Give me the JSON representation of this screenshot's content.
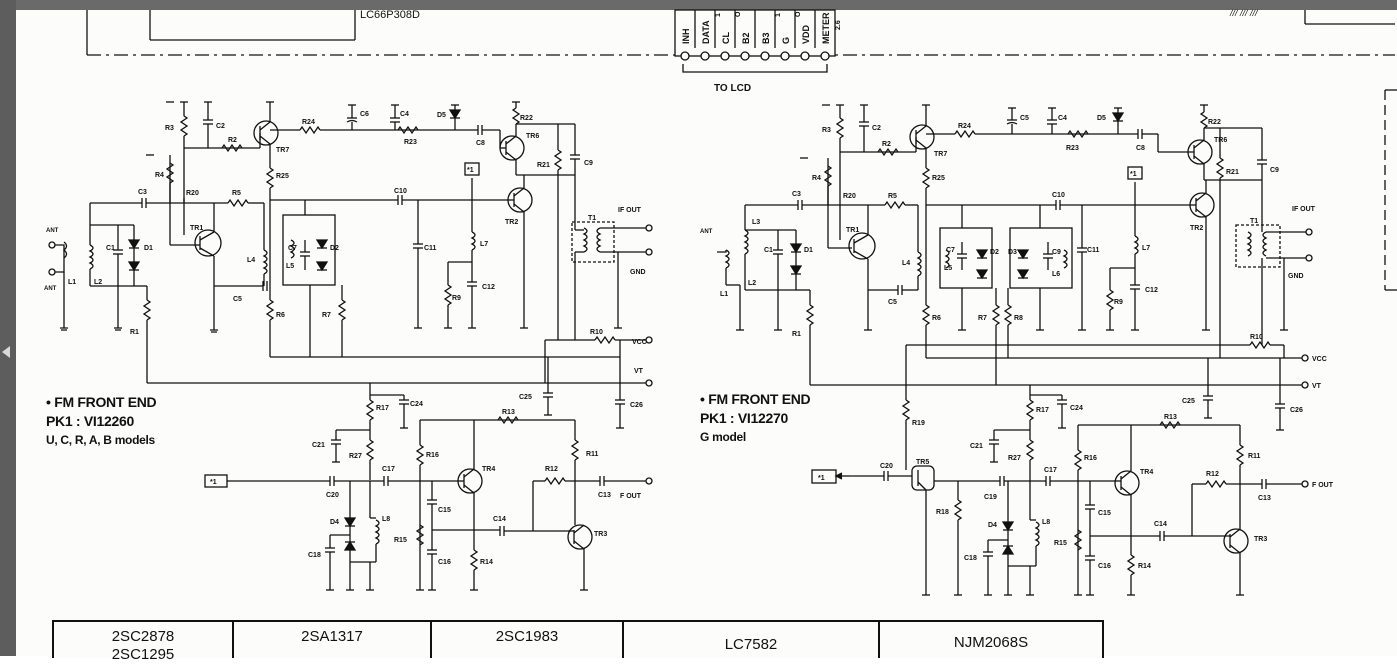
{
  "top": {
    "chip_label": "LC66P308D",
    "lcd_pins": [
      "INH",
      "DATA",
      "CL",
      "B2",
      "B3",
      "G",
      "VDD",
      "METER"
    ],
    "pin_marks": [
      "1",
      "O",
      "1",
      "O",
      "2.6"
    ],
    "to_lcd": "TO  LCD"
  },
  "left_title": {
    "line1": "• FM FRONT END",
    "line2": "PK1 : VI12260",
    "line3": "U, C, R, A, B models"
  },
  "right_title": {
    "line1": "• FM FRONT END",
    "line2": "PK1 : VI12270",
    "line3": "G model"
  },
  "left_labels": {
    "ant": "ANT",
    "l1": "L1",
    "l2": "L2",
    "c1": "C1",
    "d1": "D1",
    "c3": "C3",
    "r1": "R1",
    "r4": "R4",
    "r3": "R3",
    "c2": "C2",
    "r20": "R20",
    "tr1": "TR1",
    "r5": "R5",
    "r2": "R2",
    "tr7": "TR7",
    "r24": "R24",
    "c6": "C6",
    "c4": "C4",
    "r23": "R23",
    "d5": "D5",
    "c8": "C8",
    "r22": "R22",
    "tr6": "TR6",
    "r21": "R21",
    "c9": "C9",
    "r25": "R25",
    "l4": "L4",
    "c5": "C5",
    "r6": "R6",
    "c7": "C7",
    "l5": "L5",
    "d2": "D2",
    "r7": "R7",
    "c10": "C10",
    "c11": "C11",
    "r9": "R9",
    "l7": "L7",
    "c12": "C12",
    "x1": "*1",
    "tr2": "TR2",
    "t1": "T1",
    "if_out": "IF OUT",
    "gnd": "GND",
    "r10": "R10",
    "vcc": "VCC",
    "vt": "VT",
    "c25": "C25",
    "c26": "C26",
    "r17": "R17",
    "c24": "C24",
    "c21": "C21",
    "r27": "R27",
    "c20": "C20",
    "c17": "C17",
    "r16": "R16",
    "tr4": "TR4",
    "r13": "R13",
    "r11": "R11",
    "r12": "R12",
    "c13": "C13",
    "f_out": "F OUT",
    "c15": "C15",
    "c14": "C14",
    "r15": "R15",
    "c16": "C16",
    "r14": "R14",
    "tr3": "TR3",
    "d4": "D4",
    "l8": "L8",
    "c18": "C18"
  },
  "right_labels": {
    "ant": "ANT",
    "l1": "L1",
    "l2": "L2",
    "l3": "L3",
    "c1": "C1",
    "d1": "D1",
    "c3": "C3",
    "r1": "R1",
    "r4": "R4",
    "r3": "R3",
    "c2": "C2",
    "r20": "R20",
    "tr1": "TR1",
    "r5": "R5",
    "r2": "R2",
    "tr7": "TR7",
    "r24": "R24",
    "c5top": "C5",
    "c4": "C4",
    "r23": "R23",
    "d5": "D5",
    "c8": "C8",
    "r22": "R22",
    "tr6": "TR6",
    "r21": "R21",
    "c9": "C9",
    "r25": "R25",
    "l4": "L4",
    "c5": "C5",
    "r6": "R6",
    "c7": "C7",
    "l5": "L5",
    "d2": "D2",
    "d3": "D3",
    "c9b": "C9",
    "l6": "L6",
    "r7": "R7",
    "r8": "R8",
    "c10": "C10",
    "c11": "C11",
    "r9": "R9",
    "l7": "L7",
    "c12": "C12",
    "x1": "*1",
    "tr2": "TR2",
    "t1": "T1",
    "if_out": "IF OUT",
    "gnd": "GND",
    "r10": "R10",
    "vcc": "VCC",
    "vt": "VT",
    "c25": "C25",
    "c26": "C26",
    "r19": "R19",
    "r17": "R17",
    "c24": "C24",
    "c21": "C21",
    "r27": "R27",
    "c20": "C20",
    "tr5": "TR5",
    "r18": "R18",
    "c19": "C19",
    "c17": "C17",
    "r16": "R16",
    "tr4": "TR4",
    "r13": "R13",
    "r11": "R11",
    "r12": "R12",
    "c13": "C13",
    "f_out": "F OUT",
    "c15": "C15",
    "c14": "C14",
    "r15": "R15",
    "c16": "C16",
    "r14": "R14",
    "tr3": "TR3",
    "d4": "D4",
    "l8": "L8",
    "c18": "C18",
    "x1b": "*1"
  },
  "parts_table": {
    "cells": [
      "2SC2878\n2SC1295",
      "2SA1317",
      "2SC1983",
      "LC7582",
      "NJM2068S"
    ]
  }
}
